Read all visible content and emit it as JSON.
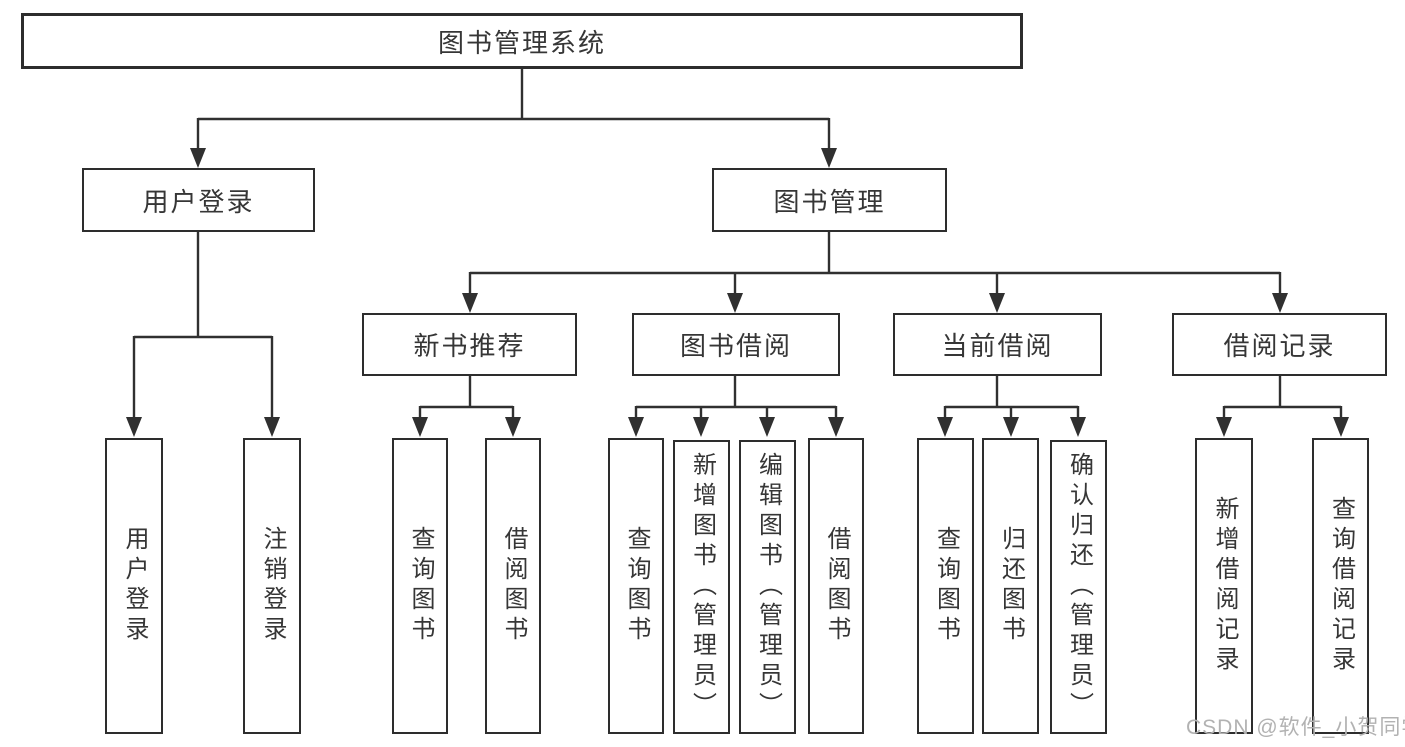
{
  "watermark": {
    "text": "CSDN @软件_小贺同学"
  },
  "colors": {
    "line": "#303030",
    "box_border": "#2d2d2d",
    "box_bg": "#ffffff",
    "text": "#363636",
    "watermark": "#b2b2b2"
  },
  "tree": {
    "label": "图书管理系统",
    "children": [
      {
        "label": "用户登录",
        "children": [
          {
            "label": "用户登录"
          },
          {
            "label": "注销登录"
          }
        ]
      },
      {
        "label": "图书管理",
        "children": [
          {
            "label": "新书推荐",
            "children": [
              {
                "label": "查询图书"
              },
              {
                "label": "借阅图书"
              }
            ]
          },
          {
            "label": "图书借阅",
            "children": [
              {
                "label": "查询图书"
              },
              {
                "label": "新增图书（管理员）"
              },
              {
                "label": "编辑图书（管理员）"
              },
              {
                "label": "借阅图书"
              }
            ]
          },
          {
            "label": "当前借阅",
            "children": [
              {
                "label": "查询图书"
              },
              {
                "label": "归还图书"
              },
              {
                "label": "确认归还（管理员）"
              }
            ]
          },
          {
            "label": "借阅记录",
            "children": [
              {
                "label": "新增借阅记录"
              },
              {
                "label": "查询借阅记录"
              }
            ]
          }
        ]
      }
    ]
  }
}
